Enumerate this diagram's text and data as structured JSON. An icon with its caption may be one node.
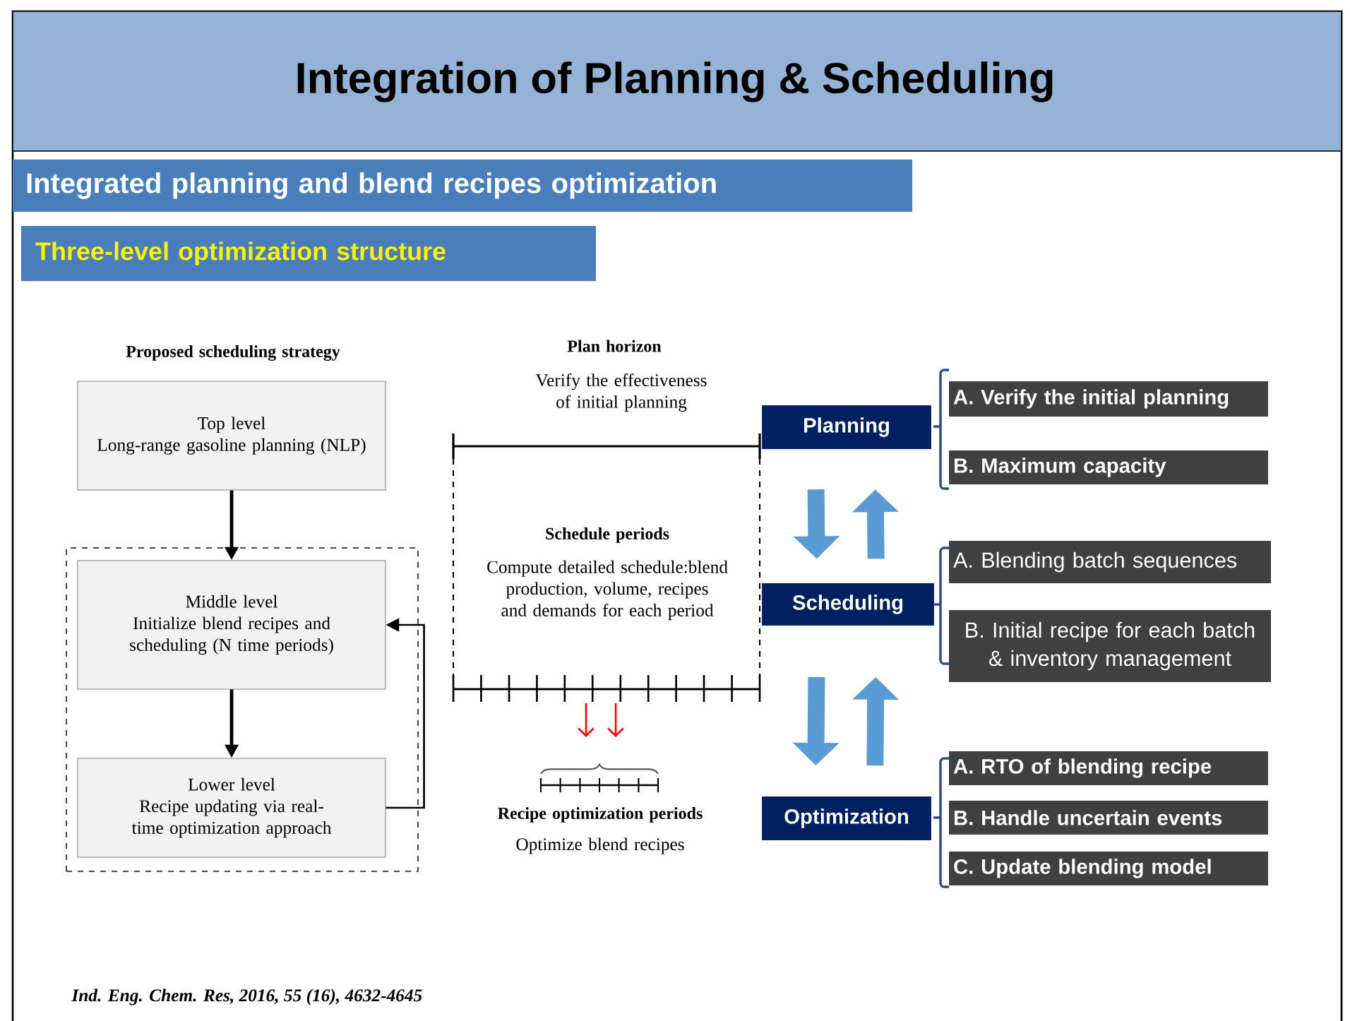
{
  "diagram": {
    "title": "Integration of Planning & Scheduling",
    "nodes": [
      {
        "text": [
          "Integrated planning and blend recipes optimization"
        ]
      },
      {
        "text": [
          "Three-level optimization structure"
        ]
      },
      {
        "text": [
          "Top level",
          "Long-range gasoline planning (NLP)"
        ]
      },
      {
        "text": [],
        "shape": "box"
      },
      {
        "text": [
          "Middle level",
          "Initialize blend recipes and scheduling (N time periods)"
        ],
        "in": 3
      },
      {
        "text": [
          "Lower level",
          "Recipe updating via real-time optimization approach"
        ],
        "in": 3
      },
      {
        "text": [
          "Planning"
        ]
      },
      {
        "text": [
          "A. Verify the initial  planning"
        ]
      },
      {
        "text": [
          "B. Maximum capacity"
        ]
      },
      {
        "text": [
          "Scheduling"
        ]
      },
      {
        "text": [
          "A. Blending batch sequences"
        ]
      },
      {
        "text": [
          "B. Initial recipe for each batch & inventory management"
        ]
      },
      {
        "text": [
          "Optimization"
        ]
      },
      {
        "text": [
          "A. RTO of blending recipe"
        ]
      },
      {
        "text": [
          "B. Handle uncertain events"
        ]
      },
      {
        "text": [
          "C. Update blending model"
        ]
      }
    ],
    "edges": [
      {
        "from": 2,
        "to": 4,
        "arrow": "to",
        "color": "#000000"
      },
      {
        "from": 4,
        "to": 5,
        "arrow": "to",
        "color": "#000000"
      },
      {
        "from": 5,
        "to": 4,
        "arrow": "to",
        "color": "#000000"
      },
      {
        "from": 6,
        "to": 9,
        "arrow": "to"
      },
      {
        "from": 9,
        "to": 6,
        "arrow": "to"
      },
      {
        "from": 9,
        "to": 12,
        "arrow": "to"
      },
      {
        "from": 12,
        "to": 9,
        "arrow": "to"
      }
    ],
    "labels": [
      "Proposed scheduling strategy",
      "Plan horizon",
      "Verify the effectiveness of initial planning",
      "Schedule periods",
      "Compute detailed schedule:blend production, volume, recipes and demands for each period",
      "Recipe optimization periods",
      "Optimize blend recipes",
      "Ind. Eng. Chem. Res, 2016, 55 (16), 4632-4645"
    ]
  }
}
